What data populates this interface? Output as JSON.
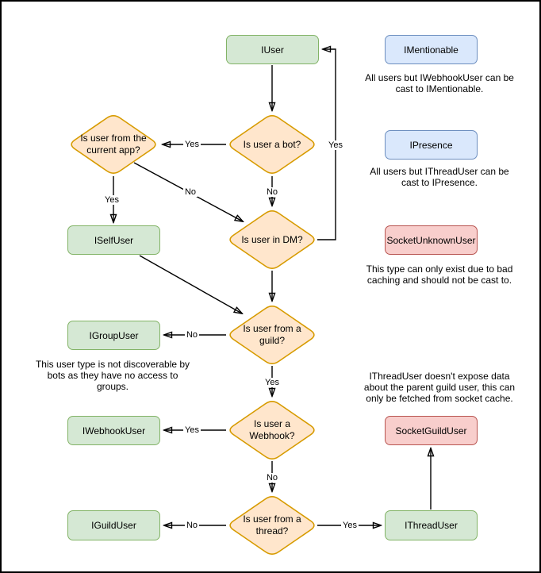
{
  "palette": {
    "background": "#ffffff",
    "frame_border": "#000000",
    "interface_fill": "#d5e8d4",
    "interface_stroke": "#82b366",
    "castable_fill": "#dae8fc",
    "castable_stroke": "#6c8ebf",
    "socket_fill": "#f8cecc",
    "socket_stroke": "#b85450",
    "decision_fill": "#ffe6cc",
    "decision_stroke": "#d79b00",
    "edge_color": "#000000"
  },
  "nodes": {
    "iuser": {
      "label": "IUser"
    },
    "imentionable": {
      "label": "IMentionable"
    },
    "ipresence": {
      "label": "IPresence"
    },
    "socketunknownuser": {
      "label": "SocketUnknownUser"
    },
    "iselfuser": {
      "label": "ISelfUser"
    },
    "igroupuser": {
      "label": "IGroupUser"
    },
    "iwebhookuser": {
      "label": "IWebhookUser"
    },
    "socketguilduser": {
      "label": "SocketGuildUser"
    },
    "iguilduser": {
      "label": "IGuildUser"
    },
    "ithreaduser": {
      "label": "IThreadUser"
    }
  },
  "decisions": {
    "bot": {
      "label": "Is user a bot?"
    },
    "current_app": {
      "label": "Is user from the\ncurrent app?"
    },
    "dm": {
      "label": "Is user in DM?"
    },
    "guild": {
      "label": "Is user from a\nguild?"
    },
    "webhook": {
      "label": "Is user a\nWebhook?"
    },
    "thread": {
      "label": "Is user from a\nthread?"
    }
  },
  "edge_labels": {
    "bot_yes": "Yes",
    "bot_no": "No",
    "app_yes": "Yes",
    "app_no": "No",
    "dm_yes": "Yes",
    "guild_no": "No",
    "guild_yes": "Yes",
    "webhook_yes": "Yes",
    "webhook_no": "No",
    "thread_no": "No",
    "thread_yes": "Yes"
  },
  "notes": {
    "mentionable": "All users but IWebhookUser can be\ncast to IMentionable.",
    "presence": "All users but IThreadUser can be\ncast to IPresence.",
    "unknown": "This type can only exist due to bad\ncaching and should not be cast to.",
    "group": "This user type is not discoverable by\nbots as they have no access to\ngroups.",
    "threaduser": "IThreadUser doesn't expose data\nabout the parent guild user, this can\nonly be fetched from socket cache."
  }
}
